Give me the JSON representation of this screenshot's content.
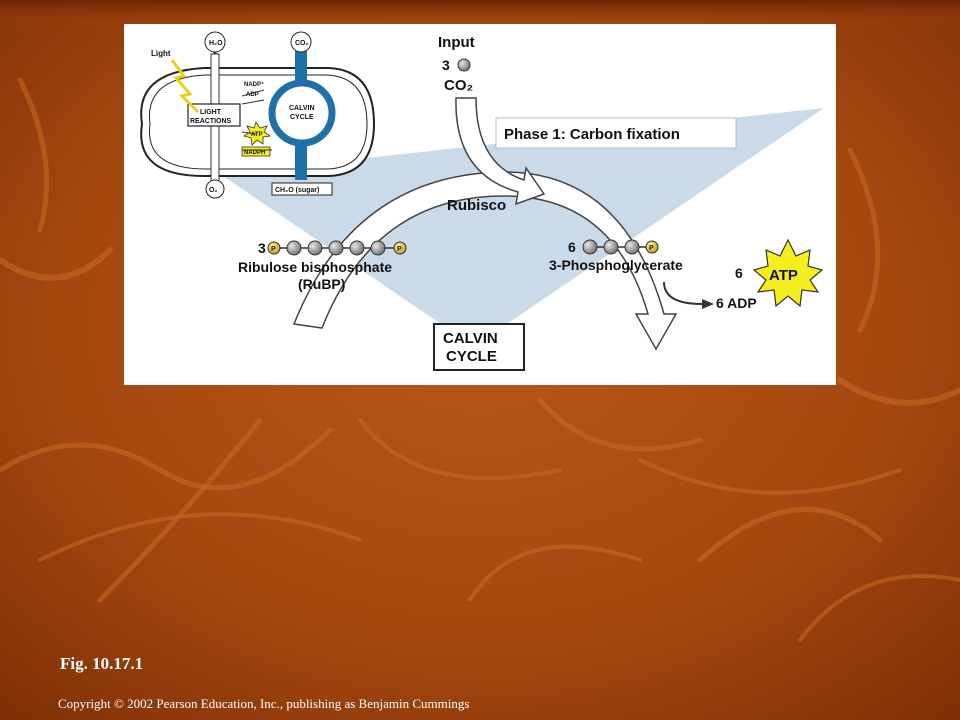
{
  "slide": {
    "caption": "Fig. 10.17.1",
    "copyright": "Copyright © 2002 Pearson Education, Inc., publishing as Benjamin Cummings"
  },
  "colors": {
    "background": "#a84a0c",
    "background_dark": "#7e2f06",
    "streak": "#c86a22",
    "panel": "#ffffff",
    "wedge": "#c9dbe8",
    "calvin_blue": "#1f6fa8",
    "atp_yellow": "#f4ee1e",
    "molecule_gray": "#9a9a9a",
    "phosphate_yellow": "#f0d23a"
  },
  "inset": {
    "light": "Light",
    "h2o": "H₂O",
    "co2": "CO₂",
    "nadp": "NADP⁺",
    "adp": "ADP",
    "light_reactions_1": "LIGHT",
    "light_reactions_2": "REACTIONS",
    "calvin_1": "CALVIN",
    "calvin_2": "CYCLE",
    "atp": "ATP",
    "nadph": "NADPH",
    "o2": "O₂",
    "sugar": "CH₂O (sugar)"
  },
  "main": {
    "input_label": "Input",
    "input_count": "3",
    "input_molecule": "CO₂",
    "phase_label": "Phase 1: Carbon fixation",
    "enzyme": "Rubisco",
    "rubp_count": "3",
    "rubp_name": "Ribulose bisphosphate",
    "rubp_abbrev": "(RuBP)",
    "pga_count": "6",
    "pga_name": "3-Phosphoglycerate",
    "phosphate": "P",
    "atp_count": "6",
    "atp": "ATP",
    "adp": "6 ADP",
    "cycle_1": "CALVIN",
    "cycle_2": "CYCLE"
  }
}
